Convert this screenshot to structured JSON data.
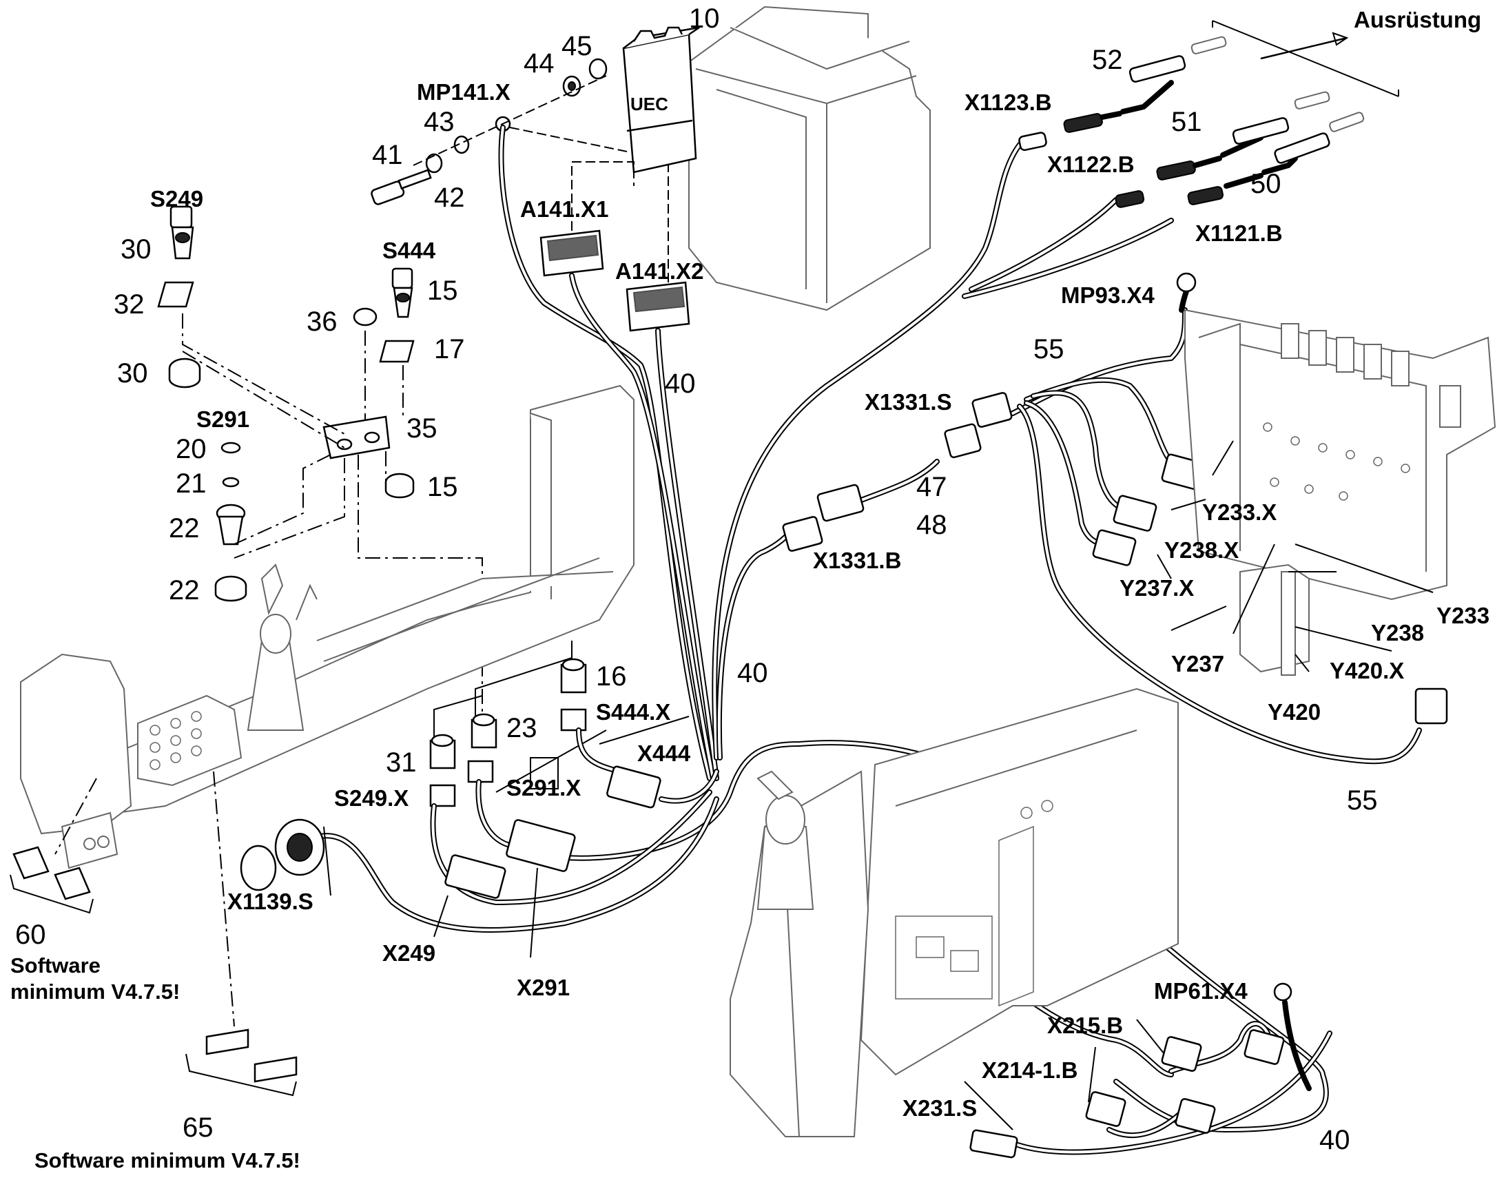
{
  "labels": {
    "p10": "10",
    "p44": "44",
    "p45": "45",
    "mp141x": "MP141.X",
    "p43": "43",
    "p41": "41",
    "p42": "42",
    "s249": "S249",
    "p30a": "30",
    "p32": "32",
    "p30b": "30",
    "s444": "S444",
    "p15a": "15",
    "p36": "36",
    "p17": "17",
    "s291": "S291",
    "p35": "35",
    "p20": "20",
    "p21": "21",
    "p22a": "22",
    "p15b": "15",
    "p22b": "22",
    "a141x1": "A141.X1",
    "a141x2": "A141.X2",
    "p40a": "40",
    "uec": "UEC",
    "x1123b": "X1123.B",
    "p52": "52",
    "ausruestung": "Ausrüstung",
    "p51": "51",
    "x1122b": "X1122.B",
    "p50": "50",
    "x1121b": "X1121.B",
    "mp93x4": "MP93.X4",
    "p55a": "55",
    "x1331s": "X1331.S",
    "p47": "47",
    "p48": "48",
    "x1331b": "X1331.B",
    "y233x": "Y233.X",
    "y238x": "Y238.X",
    "y237x": "Y237.X",
    "y233": "Y233",
    "y238": "Y238",
    "y237": "Y237",
    "y420x": "Y420.X",
    "y420": "Y420",
    "p55b": "55",
    "p16": "16",
    "s444x": "S444.X",
    "p23": "23",
    "p31": "31",
    "x444": "X444",
    "p40b": "40",
    "s249x": "S249.X",
    "s291x": "S291.X",
    "x1139s": "X1139.S",
    "x249": "X249",
    "x291": "X291",
    "p60": "60",
    "sw1a": "Software",
    "sw1b": "minimum V4.7.5!",
    "p65": "65",
    "sw2": "Software minimum V4.7.5!",
    "mp61x4": "MP61.X4",
    "x215b": "X215.B",
    "x2141b": "X214-1.B",
    "x231s": "X231.S",
    "p40c": "40"
  },
  "icons": [
    "key-switch-icon",
    "push-button-icon",
    "connector-plug-icon",
    "ring-terminal-icon",
    "control-unit-icon",
    "valve-block-icon",
    "joystick-icon"
  ]
}
